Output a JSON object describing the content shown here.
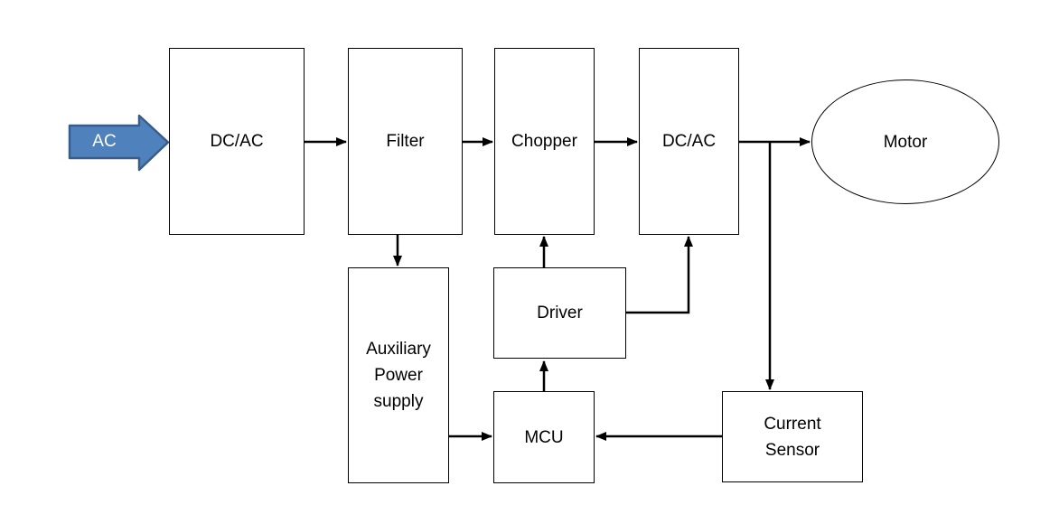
{
  "diagram": {
    "background_color": "#ffffff",
    "connector_color": "#000000",
    "input_arrow": {
      "label": "AC",
      "fill": "#4f81bd",
      "stroke": "#385d8a",
      "text_color": "#ffffff"
    },
    "blocks": [
      {
        "id": "dcac-input",
        "label": "DC/AC",
        "shape": "rect"
      },
      {
        "id": "filter",
        "label": "Filter",
        "shape": "rect"
      },
      {
        "id": "chopper",
        "label": "Chopper",
        "shape": "rect"
      },
      {
        "id": "dcac-output",
        "label": "DC/AC",
        "shape": "rect"
      },
      {
        "id": "motor",
        "label": "Motor",
        "shape": "ellipse"
      },
      {
        "id": "auxiliary-power-supply",
        "label": "Auxiliary\nPower\nsupply",
        "shape": "rect"
      },
      {
        "id": "driver",
        "label": "Driver",
        "shape": "rect"
      },
      {
        "id": "mcu",
        "label": "MCU",
        "shape": "rect"
      },
      {
        "id": "current-sensor",
        "label": "Current\nSensor",
        "shape": "rect"
      }
    ],
    "connections": [
      {
        "from": "AC input",
        "to": "DC/AC (input)"
      },
      {
        "from": "DC/AC (input)",
        "to": "Filter"
      },
      {
        "from": "Filter",
        "to": "Chopper"
      },
      {
        "from": "Chopper",
        "to": "DC/AC (output)"
      },
      {
        "from": "DC/AC (output)",
        "to": "Motor"
      },
      {
        "from": "DC/AC (output) output line",
        "to": "Current Sensor"
      },
      {
        "from": "Filter",
        "to": "Auxiliary Power supply"
      },
      {
        "from": "Driver",
        "to": "Chopper"
      },
      {
        "from": "Driver",
        "to": "DC/AC (output)"
      },
      {
        "from": "MCU",
        "to": "Driver"
      },
      {
        "from": "Auxiliary Power supply",
        "to": "MCU"
      },
      {
        "from": "Current Sensor",
        "to": "MCU"
      }
    ]
  }
}
